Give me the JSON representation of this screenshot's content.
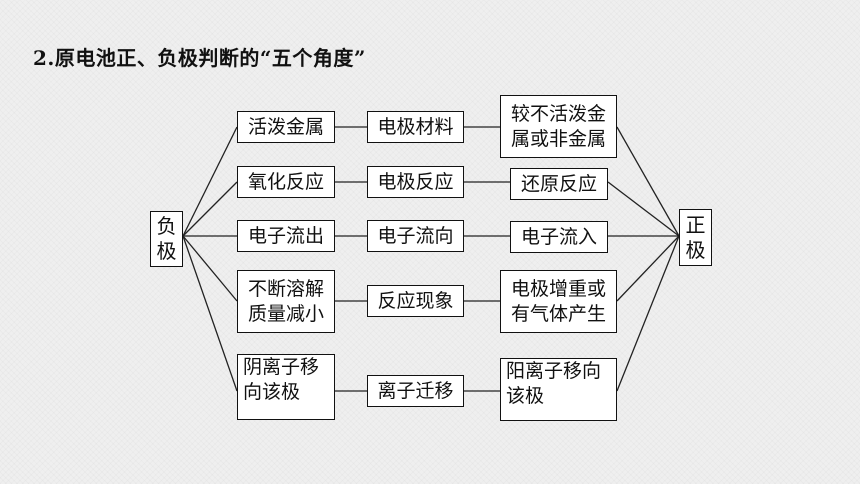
{
  "title": "2.原电池正、负极判断的“五个角度”",
  "negative_pole": {
    "line1": "负",
    "line2": "极"
  },
  "positive_pole": {
    "line1": "正",
    "line2": "极"
  },
  "rows": [
    {
      "negative": [
        "活泼金属"
      ],
      "aspect": "电极材料",
      "positive": [
        "较不活泼金",
        "属或非金属"
      ]
    },
    {
      "negative": [
        "氧化反应"
      ],
      "aspect": "电极反应",
      "positive": [
        "还原反应"
      ]
    },
    {
      "negative": [
        "电子流出"
      ],
      "aspect": "电子流向",
      "positive": [
        "电子流入"
      ]
    },
    {
      "negative": [
        "不断溶解",
        "质量减小"
      ],
      "aspect": "反应现象",
      "positive": [
        "电极增重或",
        "有气体产生"
      ]
    },
    {
      "negative": [
        "阴离子移",
        "向该极"
      ],
      "aspect": "离子迁移",
      "positive": [
        "阳离子移向",
        "该极"
      ]
    }
  ]
}
